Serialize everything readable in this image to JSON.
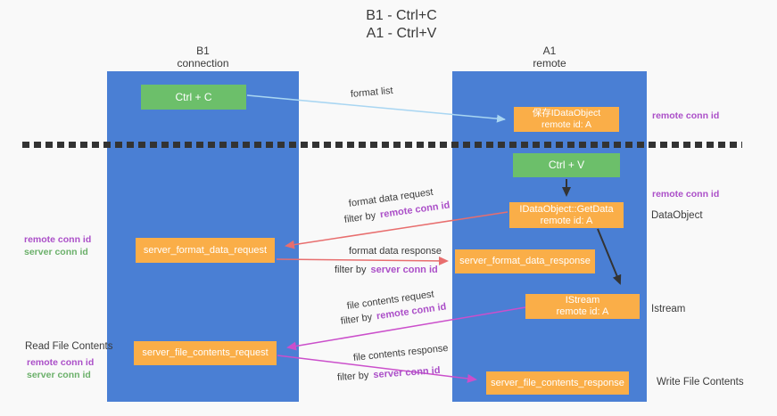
{
  "title": {
    "line1": "B1 - Ctrl+C",
    "line2": "A1 - Ctrl+V"
  },
  "columns": {
    "left": {
      "header_line1": "B1",
      "header_line2": "connection"
    },
    "right": {
      "header_line1": "A1",
      "header_line2": "remote"
    }
  },
  "boxes": {
    "ctrl_c": "Ctrl + C",
    "ctrl_v": "Ctrl + V",
    "save_dataobject_line1": "保存IDataObject",
    "save_dataobject_line2": "remote id: A",
    "getdata_line1": "IDataObject::GetData",
    "getdata_line2": "remote id: A",
    "istream_line1": "IStream",
    "istream_line2": "remote id: A",
    "format_request": "server_format_data_request",
    "format_response": "server_format_data_response",
    "file_request": "server_file_contents_request",
    "file_response": "server_file_contents_response"
  },
  "edge_labels": {
    "format_list": "format list",
    "format_data_request": "format data request",
    "format_data_response": "format data response",
    "file_contents_request": "file contents request",
    "file_contents_response": "file contents response",
    "filter_by": "filter by",
    "remote_conn_id": "remote conn id",
    "server_conn_id": "server conn id"
  },
  "side_labels": {
    "left_remote_conn_id": "remote conn id",
    "left_server_conn_id": "server conn id",
    "read_file_contents": "Read File Contents",
    "right_remote_conn_id_top": "remote conn id",
    "right_remote_conn_id_mid": "remote conn id",
    "dataobject": "DataObject",
    "istream": "Istream",
    "write_file_contents": "Write File Contents"
  },
  "colors": {
    "lane_blue": "#4a7fd4",
    "box_green": "#6cbf6a",
    "box_orange": "#faae48",
    "arrow_light_blue": "#a9d6f2",
    "arrow_red": "#e86e6e",
    "arrow_magenta": "#cb4fcb",
    "arrow_black": "#333333",
    "text_purple": "#ab4fc8",
    "text_green": "#6bb06a",
    "dashed_divider": "#333333"
  }
}
